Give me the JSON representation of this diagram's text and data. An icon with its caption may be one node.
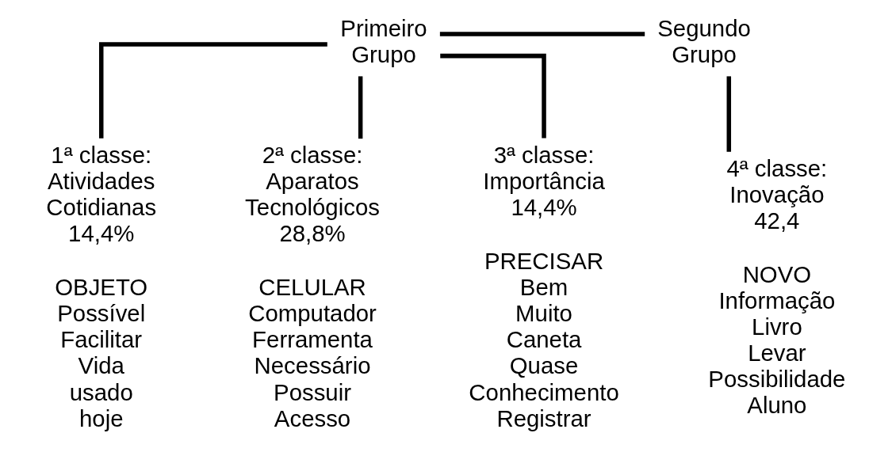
{
  "diagram": {
    "nodes": [
      {
        "text": [
          "Primeiro Grupo"
        ]
      },
      {
        "text": [
          "Segundo Grupo"
        ]
      },
      {
        "text": [
          "1ª classe: Atividades Cotidianas 14,4%",
          "OBJETO Possível Facilitar Vida usado hoje"
        ]
      },
      {
        "text": [
          "2ª classe: Aparatos Tecnológicos 28,8%",
          "CELULAR Computador Ferramenta Necessário Possuir Acesso"
        ]
      },
      {
        "text": [
          "3ª classe: Importância 14,4%",
          "PRECISAR Bem Muito Caneta Quase Conhecimento Registrar"
        ]
      },
      {
        "text": [
          "4ª classe: Inovação 42,4",
          "NOVO Informação Livro Levar Possibilidade Aluno"
        ]
      }
    ],
    "edges": [
      {
        "from": 0,
        "to": 1,
        "arrow": "none"
      },
      {
        "from": 0,
        "to": 2,
        "arrow": "none"
      },
      {
        "from": 0,
        "to": 3,
        "arrow": "none"
      },
      {
        "from": 0,
        "to": 4,
        "arrow": "none"
      },
      {
        "from": 1,
        "to": 5,
        "arrow": "none"
      }
    ]
  }
}
